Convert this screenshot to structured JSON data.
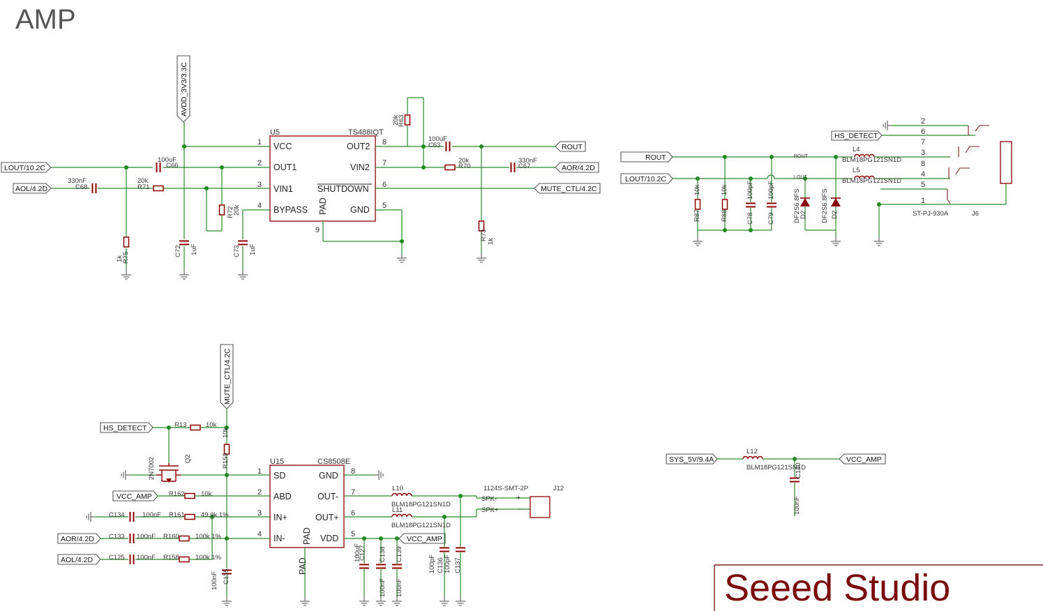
{
  "title": "AMP",
  "brand": "Seeed Studio",
  "colors": {
    "wire": "#2a8a2a",
    "part": "#8b0000",
    "frame": "#7a2020",
    "text": "#333333"
  },
  "net_labels": {
    "avdd": "AVDD_3V3/3.3C",
    "lout_102c": "LOUT/10.2C",
    "aol_42d": "AOL/4.2D",
    "rout": "ROUT",
    "aor_42d": "AOR/4.2D",
    "mute_ctl_42c": "MUTE_CTL/4.2C",
    "hs_detect": "HS_DETECT",
    "vcc_amp": "VCC_AMP",
    "sys_5v": "SYS_5V/9.4A"
  },
  "u5": {
    "ref": "U5",
    "part": "TS488IQT",
    "left_pins": [
      {
        "num": "1",
        "name": "VCC"
      },
      {
        "num": "2",
        "name": "OUT1"
      },
      {
        "num": "3",
        "name": "VIN1"
      },
      {
        "num": "4",
        "name": "BYPASS"
      }
    ],
    "right_pins": [
      {
        "num": "8",
        "name": "OUT2"
      },
      {
        "num": "7",
        "name": "VIN2"
      },
      {
        "num": "6",
        "name": "SHUTDOWN"
      },
      {
        "num": "5",
        "name": "GND"
      }
    ],
    "pad_name": "PAD",
    "pad_num": "9"
  },
  "u15": {
    "ref": "U15",
    "part": "CS8508E",
    "left_pins": [
      {
        "num": "1",
        "name": "SD"
      },
      {
        "num": "2",
        "name": "ABD"
      },
      {
        "num": "3",
        "name": "IN+"
      },
      {
        "num": "4",
        "name": "IN-"
      }
    ],
    "right_pins": [
      {
        "num": "8",
        "name": "GND"
      },
      {
        "num": "7",
        "name": "OUT-"
      },
      {
        "num": "6",
        "name": "OUT+"
      },
      {
        "num": "5",
        "name": "VDD"
      }
    ],
    "pad_name": "PAD",
    "pad_bottom": "PAD"
  },
  "parts_top": {
    "c66_ref": "C66",
    "c66_val": "100uF",
    "c68_ref": "C68",
    "c68_val": "330nF",
    "r71_ref": "R71",
    "r71_val": "20k",
    "r72_ref": "R72",
    "r72_val": "20k",
    "r75_ref": "R75",
    "r75_val": "1k",
    "c72_ref": "C72",
    "c72_val": "1uF",
    "c73_ref": "C73",
    "c73_val": "1uF",
    "r63_ref": "R63",
    "r63_val": "20k",
    "c63_ref": "C63",
    "c63_val": "100uF",
    "r70_ref": "R70",
    "r70_val": "20k",
    "c67_ref": "C67",
    "c67_val": "330nF",
    "r73_ref": "R73",
    "r73_val": "1k"
  },
  "jack": {
    "r87_ref": "R87",
    "r87_val": "10k",
    "r88_ref": "R88",
    "r88_val": "10k",
    "c78_ref": "C78",
    "c78_val": "100pF",
    "c79_ref": "C79",
    "c79_val": "100pF",
    "d2a_ref": "D2",
    "d2a_val": "DF2S6.8FS",
    "d2b_ref": "D2",
    "d2b_val": "DF2S6.8FS",
    "l4_ref": "L4",
    "l4_val": "BLM18PG121SN1D",
    "l5_ref": "L5",
    "l5_val": "BLM18PG121SN1D",
    "rout_small": "ROUT",
    "lout_small": "LOUT",
    "pins": [
      "2",
      "6",
      "7",
      "3",
      "8",
      "4",
      "5",
      "1"
    ],
    "part": "ST-PJ-930A",
    "ref": "J6"
  },
  "bottom": {
    "r13_ref": "R13",
    "r13_val": "10k",
    "r159_ref": "R159",
    "r159_val": "10k",
    "q2_ref": "Q2",
    "q2_part": "2N7002",
    "r162_ref": "R162",
    "r162_val": "10k",
    "c134_ref": "C134",
    "c134_val": "100nF",
    "r161_ref": "R161",
    "r161_val": "49.9k 1%",
    "c133_ref": "C133",
    "c133_val": "100nF",
    "r160_ref": "R160",
    "r160_val": "100k 1%",
    "c125_ref": "C125",
    "c125_val": "100nF",
    "r158_ref": "R158",
    "r158_val": "100k 1%",
    "c135_ref": "C135",
    "c135_val": "100nF",
    "l10_ref": "L10",
    "l10_val": "BLM18PG121SN1D",
    "l11_ref": "L11",
    "l11_val": "BLM18PG121SN1D",
    "c127_ref": "C127",
    "c127_val": "100uF",
    "c138_ref": "C138",
    "c138_val": "100nF",
    "c139_ref": "C139",
    "c139_val": "100nF",
    "c136_ref": "C136",
    "c136_val": "100pF",
    "c137_ref": "C137",
    "c137_val": "100pF",
    "j12_part": "1124S-SMT-2P",
    "j12_ref": "J12",
    "spk_minus": "SPK-",
    "spk_plus": "SPK+",
    "plus": "+",
    "minus": "-"
  },
  "power": {
    "l12_ref": "L12",
    "l12_val": "BLM18PG121SN1D",
    "c140_ref": "C140",
    "c140_val": "100nF"
  }
}
